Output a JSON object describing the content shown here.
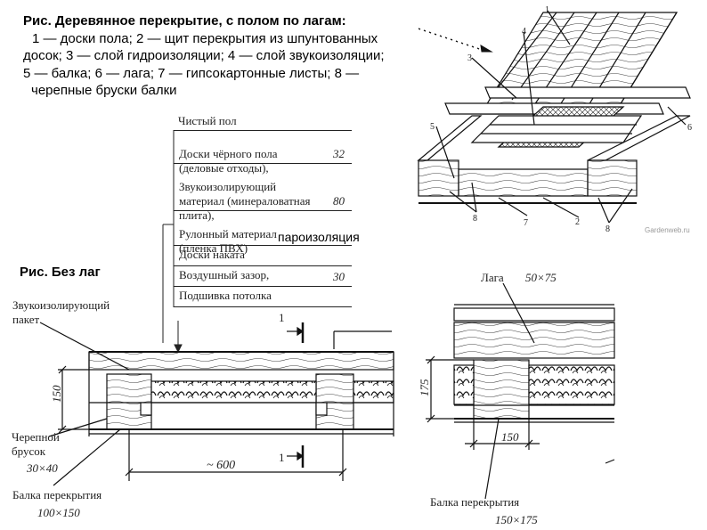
{
  "caption": {
    "title": "Рис. Деревянное перекрытие, с полом по лагам:",
    "lines": [
      "1 — доски пола; 2 — щит перекрытия из шпунтованных",
      "досок; 3 — слой гидроизоляции; 4 — слой звукоизоляции;",
      "5 — балка; 6 — лага; 7 — гипсокартонные листы; 8 —",
      "черепные бруски балки"
    ]
  },
  "layers": {
    "top_label": "Чистый пол",
    "rows": [
      {
        "label": "Доски чёрного пола\n(деловые отходы),",
        "value": "32"
      },
      {
        "label": "Звукоизолирующий\nматериал (минераловатная\nплита),",
        "value": "80"
      },
      {
        "label": "Рулонный материал\n(пленка ПВХ)",
        "value": ""
      },
      {
        "label": "Доски наката",
        "value": ""
      },
      {
        "label": "Воздушный зазор,",
        "value": "30"
      },
      {
        "label": "Подшивка потолка",
        "value": ""
      }
    ],
    "vapor_note": "пароизоляция"
  },
  "no_joists": {
    "title": "Рис. Без лаг",
    "sound_pack": "Звукоизолирующий\nпакет",
    "cranial_bar": "Черепной\nбрусок",
    "cranial_size": "30×40",
    "beam": "Балка перекрытия",
    "beam_size": "100×150",
    "height_dim": "150",
    "span_dim": "~ 600",
    "section_mark": "1"
  },
  "with_joists": {
    "joist": "Лага",
    "joist_size": "50×75",
    "height_dim": "175",
    "width_dim": "150",
    "beam": "Балка перекрытия",
    "beam_size": "150×175"
  },
  "iso": {
    "numbers": [
      "1",
      "2",
      "3",
      "4",
      "5",
      "6",
      "7",
      "8",
      "8"
    ],
    "watermark": "Gardenweb.ru"
  }
}
